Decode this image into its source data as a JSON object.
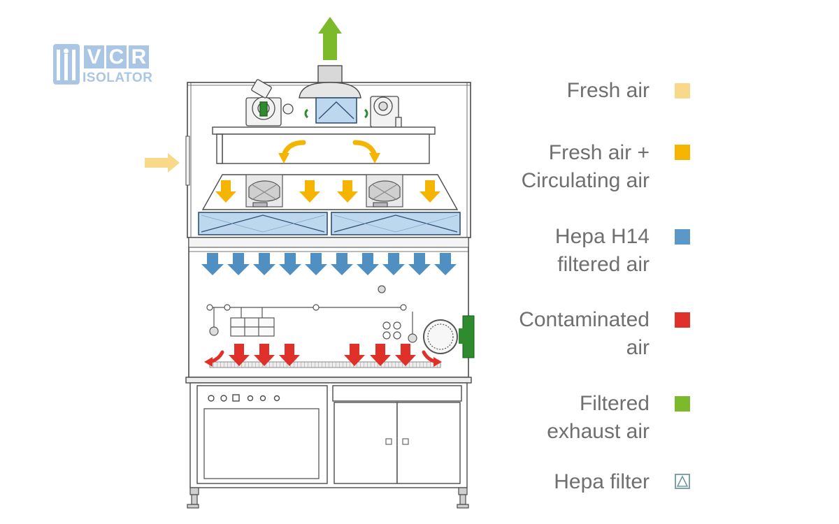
{
  "logo": {
    "letters": [
      "V",
      "C",
      "R"
    ],
    "subtitle": "ISOLATOR"
  },
  "legend": [
    {
      "label_lines": [
        "Fresh air"
      ],
      "color": "#f8d98a",
      "icon": "square-swatch"
    },
    {
      "label_lines": [
        "Fresh air +",
        "Circulating air"
      ],
      "color": "#f5b400",
      "icon": "square-swatch"
    },
    {
      "label_lines": [
        "Hepa H14",
        "filtered air"
      ],
      "color": "#5b98c7",
      "icon": "square-swatch"
    },
    {
      "label_lines": [
        "Contaminated",
        "air"
      ],
      "color": "#e0302a",
      "icon": "square-swatch"
    },
    {
      "label_lines": [
        "Filtered",
        "exhaust air"
      ],
      "color": "#7cba2b",
      "icon": "square-swatch"
    },
    {
      "label_lines": [
        "Hepa filter"
      ],
      "color": "#6e9aa0",
      "icon": "hepa-filter-icon"
    }
  ]
}
